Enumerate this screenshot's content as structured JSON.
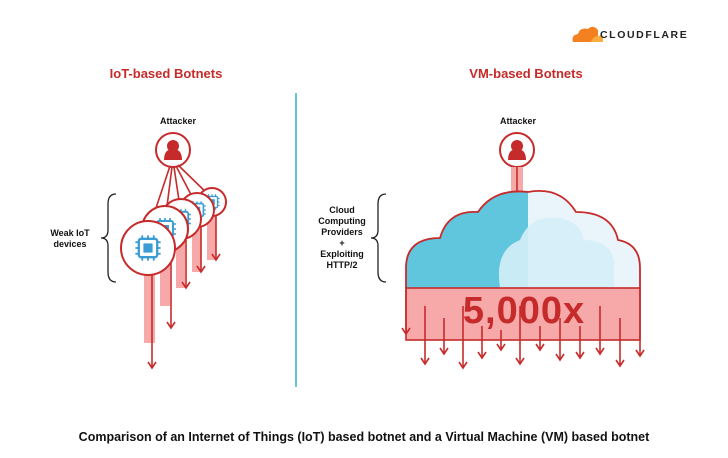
{
  "brand": {
    "name": "CLOUDFLARE",
    "colors": {
      "orange": "#f48120",
      "orange_light": "#faad3f"
    }
  },
  "left_panel": {
    "title": "IoT-based Botnets",
    "attacker_label": "Attacker",
    "group_label": "Weak IoT devices"
  },
  "right_panel": {
    "title": "VM-based Botnets",
    "attacker_label": "Attacker",
    "group_label_lines": [
      "Cloud",
      "Computing",
      "Providers",
      "+",
      "Exploiting",
      "HTTP/2"
    ],
    "multiplier": "5,000x"
  },
  "caption": "Comparison of an Internet of Things (IoT) based botnet and a Virtual Machine (VM) based botnet",
  "colors": {
    "red": "#c62b2b",
    "pink": "#f7a8a8",
    "blue": "#5fc6de",
    "cloud_light": "#dbeff7"
  }
}
